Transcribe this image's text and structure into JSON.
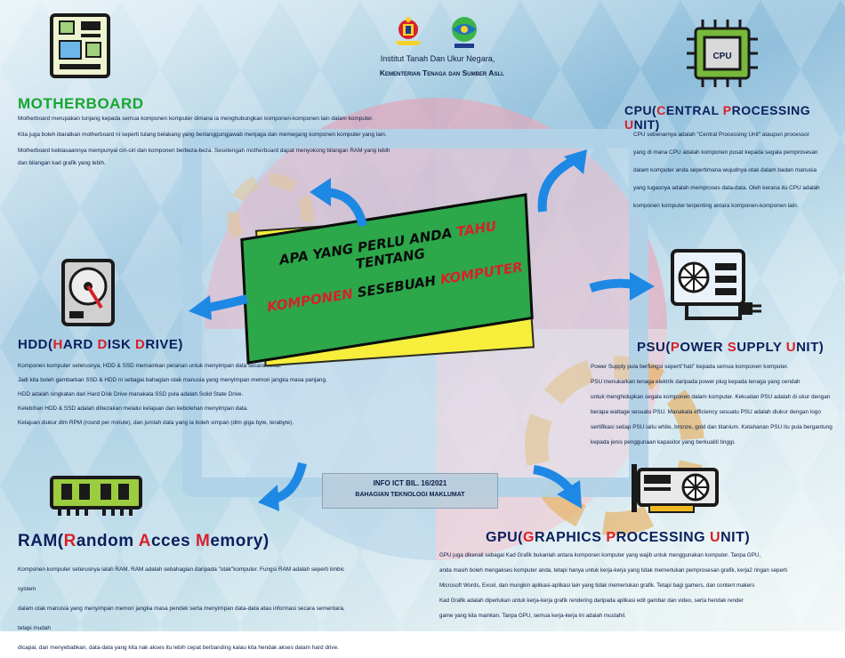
{
  "header": {
    "institute": "Institut Tanah Dan Ukur Negara,",
    "ministry": "Kementerian Tenaga dan Sumber Asli."
  },
  "banner": {
    "line1_a": "APA YANG PERLU ANDA ",
    "line1_red": "TAHU",
    "line1_b": " TENTANG",
    "line2_red_a": "KOMPONEN",
    "line2_b": " SESEBUAH ",
    "line2_red_c": "KOMPUTER"
  },
  "info": {
    "line1": "INFO ICT BIL. 16/2021",
    "line2": "BAHAGIAN TEKNOLOGI MAKLUMAT"
  },
  "motherboard": {
    "title": "MOTHERBOARD",
    "p1": "Motherboard merupakan tunjang kepada semua komponen komputer dimana ia menghubungkan komponen-komponen lain dalam komputer.",
    "p2": "Kita juga boleh ibaratkan motherboard ni seperti tulang belakang yang bertanggungjawab menjaga dan memegang komponen komputer yang lain.",
    "p3": "Motherboard kebiasaannya mempunyai ciri-ciri dan komponen berbeza-beza. Sesetengah motherboard dapat menyokong bilangan RAM yang lebih",
    "p4": "dan bilangan kad grafik yang lebih."
  },
  "cpu": {
    "title_a": "CPU(",
    "title_c": "C",
    "title_b": "ENTRAL ",
    "title_p": "P",
    "title_d": "ROCESSING ",
    "title_u": "U",
    "title_e": "NIT)",
    "icon_label": "CPU",
    "lines": [
      "CPU sebenarnya adalah \"Central Processing Unit\" ataupun processor",
      "yang di mana CPU adalah komponen pusat kepada segala pemprosesan",
      "dalam komputer anda sepertimana wujudnya otak dalam badan manusia",
      "yang tugasnya adalah memproses data-data. Oleh kerana itu CPU adalah",
      "komponen komputer terpenting antara komponen-komponen lain."
    ]
  },
  "hdd": {
    "title_a": "HDD(",
    "title_h": "H",
    "title_b": "ARD ",
    "title_d": "D",
    "title_c": "ISK ",
    "title_dr": "D",
    "title_e": "RIVE)",
    "lines": [
      "Komponen komputer seterusnya, HDD & SSD memainkan peranan untuk menyimpan data secara kekal.",
      "Jadi kita boleh gambarkan SSD & HDD ni sebagai bahagian otak manusia yang menyimpan memori jangka masa panjang.",
      "HDD adalah singkatan dari Hard Disk Drive manakala SSD pula adalah Solid State Drive.",
      "Kelebihan HDD & SSD adalah dibezakan melalui kelajuan dan kebolehan menyimpan data.",
      "Kelajuan diukur dlm RPM (round per minute), dan jumlah data yang ia boleh simpan (dlm giga byte, terabyte)."
    ]
  },
  "psu": {
    "title_a": "PSU(",
    "title_p": "P",
    "title_b": "OWER ",
    "title_s": "S",
    "title_c": "UPPLY ",
    "title_u": "U",
    "title_d": "NIT)",
    "lines": [
      "Power Supply pula berfungsi seperti\"hati\" kepada semua komponen komputer.",
      "PSU menukarkan tenaga elektrik daripada power plug kepada tenaga yang cendah",
      "untuk menghidupkan segala komponen dalam komputer. Kekuatan PSU adalah di ukur dengan",
      "berapa wattage sesuatu PSU. Manakala efficiency sesuatu PSU adalah diukur dengan logo",
      "sertifikasi  setiap PSU iaitu white, bronze, gold dan titanium. Ketahanan PSU itu pula bergantung",
      "kepada jenis penggunaan kapasitor yang berkualiti tinggi."
    ]
  },
  "ram": {
    "title_a": "RAM(",
    "title_r": "R",
    "title_b": "andom ",
    "title_ac": "A",
    "title_c": "cces ",
    "title_m": "M",
    "title_d": "emory)",
    "lines": [
      "Komponen komputer seterusnya ialah RAM. RAM adalah sebahagian daripada \"otak\"komputer. Fungsi RAM adalah seperti limbic system",
      "dalam otak manusia yang menyimpan memori jangka masa pendek serta menyimpan data-data atau informasi secara sementara, tetapi mudah",
      "dicapai, dan menyebabkan, data-data yang kita nak akses itu lebih cepat berbanding kalau kita hendak akses dalam hard drive."
    ]
  },
  "gpu": {
    "title_a": "GPU(",
    "title_g": "G",
    "title_b": "RAPHICS ",
    "title_p": "P",
    "title_c": "ROCESSING ",
    "title_u": "U",
    "title_d": "NIT)",
    "lines": [
      "GPU juga dikenali sebagai Kad Grafik bukanlah antara komponen komputer yang wajib untuk menggunakan komputer. Tanpa GPU,",
      "anda masih boleh mengakses komputer anda, tetapi hanya untuk kerja-kerja yang tidak memerlukan pemprosesan grafik, kerja2 ringan seperti",
      "Microsoft Words, Excel, dan mungkin aplikasi-aplikasi lain yang tidak memerlukan grafik. Tetapi bagi gamers, dan content makers",
      "Kad Grafik adalah diperlukan untuk kerja-kerja grafik rendering daripada aplikasi edit gambar dan video, serta hendak render",
      "game yang kita mainkan. Tanpa GPU, semua kerja-kerja ini adalah mustahil."
    ]
  },
  "colors": {
    "accent_green": "#18a532",
    "accent_red": "#d8202a",
    "arrow_blue": "#1e88e5",
    "banner_yellow": "#f6ee3a",
    "banner_green": "#2ca84a"
  }
}
